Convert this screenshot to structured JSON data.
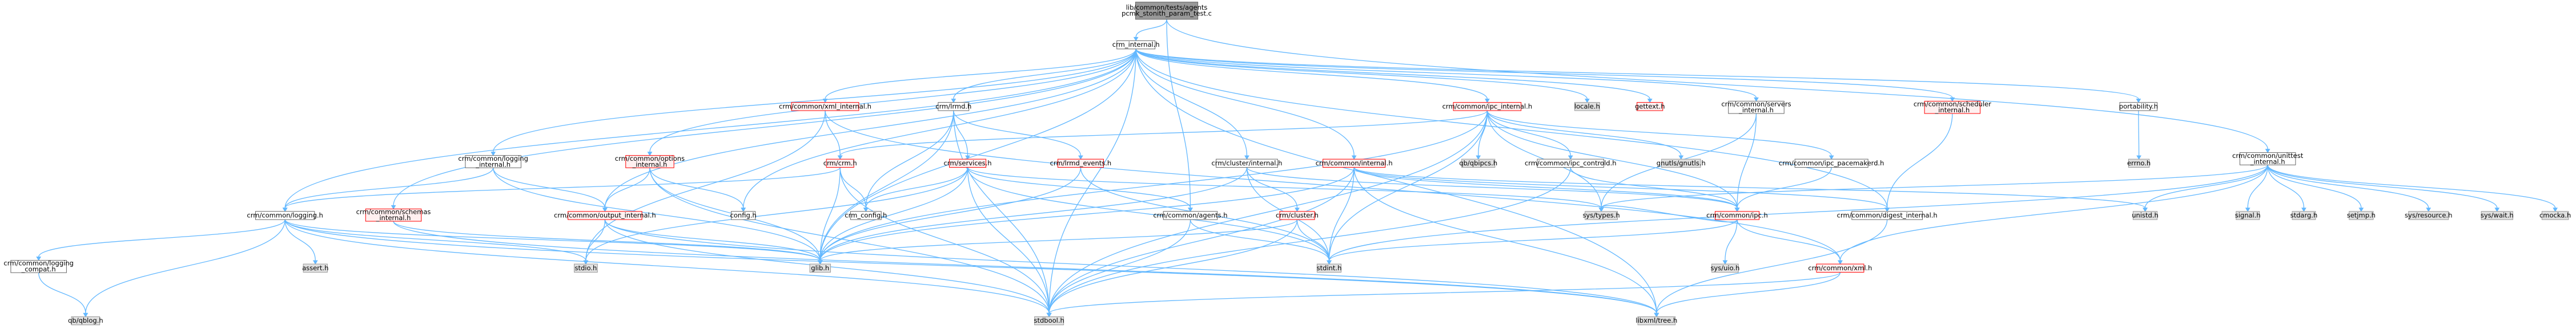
{
  "colors": {
    "edge": "#63b8ff",
    "node_default_border": "#666666",
    "node_default_fill": "#ffffff",
    "node_external_fill": "#e0e0e0",
    "node_external_border": "#999999",
    "node_missing_border": "#ff0000",
    "node_missing_fill": "#fff0f0",
    "node_root_fill": "#999999",
    "node_root_border": "#666666",
    "text": "#000000"
  },
  "nodes": [
    {
      "id": "root",
      "lines": [
        "lib/common/tests/agents",
        "pcmk_stonith_param_test.c"
      ],
      "style": "root"
    },
    {
      "id": "crm_internal",
      "lines": [
        "crm_internal.h"
      ],
      "style": "normal"
    },
    {
      "id": "xml_internal",
      "lines": [
        "crm/common/xml_internal.h"
      ],
      "style": "missing"
    },
    {
      "id": "lrmd",
      "lines": [
        "crm/lrmd.h"
      ],
      "style": "normal"
    },
    {
      "id": "ipc_internal",
      "lines": [
        "crm/common/ipc_internal.h"
      ],
      "style": "missing"
    },
    {
      "id": "locale",
      "lines": [
        "locale.h"
      ],
      "style": "external"
    },
    {
      "id": "gettext",
      "lines": [
        "gettext.h"
      ],
      "style": "missing"
    },
    {
      "id": "servers_internal",
      "lines": [
        "crm/common/servers",
        "_internal.h"
      ],
      "style": "normal"
    },
    {
      "id": "scheduler_internal",
      "lines": [
        "crm/common/scheduler",
        "_internal.h"
      ],
      "style": "missing"
    },
    {
      "id": "portability",
      "lines": [
        "portability.h"
      ],
      "style": "normal"
    },
    {
      "id": "unittest_internal",
      "lines": [
        "crm/common/unittest",
        "_internal.h"
      ],
      "style": "normal"
    },
    {
      "id": "logging_internal",
      "lines": [
        "crm/common/logging",
        "_internal.h"
      ],
      "style": "normal"
    },
    {
      "id": "options_internal",
      "lines": [
        "crm/common/options",
        "_internal.h"
      ],
      "style": "missing"
    },
    {
      "id": "crm",
      "lines": [
        "crm/crm.h"
      ],
      "style": "missing"
    },
    {
      "id": "services",
      "lines": [
        "crm/services.h"
      ],
      "style": "missing"
    },
    {
      "id": "lrmd_events",
      "lines": [
        "crm/lrmd_events.h"
      ],
      "style": "missing"
    },
    {
      "id": "cluster_internal",
      "lines": [
        "crm/cluster/internal.h"
      ],
      "style": "normal"
    },
    {
      "id": "common_internal",
      "lines": [
        "crm/common/internal.h"
      ],
      "style": "missing"
    },
    {
      "id": "qbipcs",
      "lines": [
        "qb/qbipcs.h"
      ],
      "style": "external"
    },
    {
      "id": "ipc_controld",
      "lines": [
        "crm/common/ipc_controld.h"
      ],
      "style": "normal"
    },
    {
      "id": "gnutls",
      "lines": [
        "gnutls/gnutls.h"
      ],
      "style": "external"
    },
    {
      "id": "ipc_pacemakerd",
      "lines": [
        "crm/common/ipc_pacemakerd.h"
      ],
      "style": "normal"
    },
    {
      "id": "errno",
      "lines": [
        "errno.h"
      ],
      "style": "external"
    },
    {
      "id": "logging",
      "lines": [
        "crm/common/logging.h"
      ],
      "style": "normal"
    },
    {
      "id": "schemas_internal",
      "lines": [
        "crm/common/schemas",
        "_internal.h"
      ],
      "style": "missing"
    },
    {
      "id": "output_internal",
      "lines": [
        "crm/common/output_internal.h"
      ],
      "style": "missing"
    },
    {
      "id": "config",
      "lines": [
        "config.h"
      ],
      "style": "normal"
    },
    {
      "id": "crm_config",
      "lines": [
        "crm_config.h"
      ],
      "style": "normal"
    },
    {
      "id": "agents",
      "lines": [
        "crm/common/agents.h"
      ],
      "style": "normal"
    },
    {
      "id": "crm_cluster",
      "lines": [
        "crm/cluster.h"
      ],
      "style": "missing"
    },
    {
      "id": "systypes",
      "lines": [
        "sys/types.h"
      ],
      "style": "external"
    },
    {
      "id": "ipc",
      "lines": [
        "crm/common/ipc.h"
      ],
      "style": "missing"
    },
    {
      "id": "digest_internal",
      "lines": [
        "crm/common/digest_internal.h"
      ],
      "style": "normal"
    },
    {
      "id": "unistd",
      "lines": [
        "unistd.h"
      ],
      "style": "external"
    },
    {
      "id": "signal",
      "lines": [
        "signal.h"
      ],
      "style": "external"
    },
    {
      "id": "stdarg",
      "lines": [
        "stdarg.h"
      ],
      "style": "external"
    },
    {
      "id": "setjmp",
      "lines": [
        "setjmp.h"
      ],
      "style": "external"
    },
    {
      "id": "sysresource",
      "lines": [
        "sys/resource.h"
      ],
      "style": "external"
    },
    {
      "id": "syswait",
      "lines": [
        "sys/wait.h"
      ],
      "style": "external"
    },
    {
      "id": "cmocka",
      "lines": [
        "cmocka.h"
      ],
      "style": "external"
    },
    {
      "id": "logging_compat",
      "lines": [
        "crm/common/logging",
        "_compat.h"
      ],
      "style": "normal"
    },
    {
      "id": "assert",
      "lines": [
        "assert.h"
      ],
      "style": "external"
    },
    {
      "id": "stdio",
      "lines": [
        "stdio.h"
      ],
      "style": "external"
    },
    {
      "id": "glib",
      "lines": [
        "glib.h"
      ],
      "style": "external"
    },
    {
      "id": "stdint",
      "lines": [
        "stdint.h"
      ],
      "style": "external"
    },
    {
      "id": "sysuio",
      "lines": [
        "sys/uio.h"
      ],
      "style": "external"
    },
    {
      "id": "common_xml",
      "lines": [
        "crm/common/xml.h"
      ],
      "style": "missing"
    },
    {
      "id": "qblog",
      "lines": [
        "qb/qblog.h"
      ],
      "style": "external"
    },
    {
      "id": "stdbool",
      "lines": [
        "stdbool.h"
      ],
      "style": "external"
    },
    {
      "id": "libxml_tree",
      "lines": [
        "libxml/tree.h"
      ],
      "style": "external"
    }
  ],
  "edges": [
    [
      "root",
      "crm_internal"
    ],
    [
      "root",
      "agents"
    ],
    [
      "root",
      "unittest_internal"
    ],
    [
      "crm_internal",
      "config"
    ],
    [
      "crm_internal",
      "glib"
    ],
    [
      "crm_internal",
      "stdbool"
    ],
    [
      "crm_internal",
      "libxml_tree"
    ],
    [
      "crm_internal",
      "logging"
    ],
    [
      "crm_internal",
      "logging_internal"
    ],
    [
      "crm_internal",
      "schemas_internal"
    ],
    [
      "crm_internal",
      "options_internal"
    ],
    [
      "crm_internal",
      "output_internal"
    ],
    [
      "crm_internal",
      "xml_internal"
    ],
    [
      "crm_internal",
      "lrmd"
    ],
    [
      "crm_internal",
      "cluster_internal"
    ],
    [
      "crm_internal",
      "common_internal"
    ],
    [
      "crm_internal",
      "ipc_internal"
    ],
    [
      "crm_internal",
      "locale"
    ],
    [
      "crm_internal",
      "gettext"
    ],
    [
      "crm_internal",
      "servers_internal"
    ],
    [
      "crm_internal",
      "scheduler_internal"
    ],
    [
      "crm_internal",
      "portability"
    ],
    [
      "crm_internal",
      "digest_internal"
    ],
    [
      "xml_internal",
      "stdio"
    ],
    [
      "xml_internal",
      "crm"
    ],
    [
      "xml_internal",
      "common_xml"
    ],
    [
      "lrmd",
      "stdbool"
    ],
    [
      "lrmd",
      "glib"
    ],
    [
      "lrmd",
      "crm_config"
    ],
    [
      "lrmd",
      "services"
    ],
    [
      "lrmd",
      "lrmd_events"
    ],
    [
      "ipc_internal",
      "stdbool"
    ],
    [
      "ipc_internal",
      "stdint"
    ],
    [
      "ipc_internal",
      "systypes"
    ],
    [
      "ipc_internal",
      "qbipcs"
    ],
    [
      "ipc_internal",
      "gnutls"
    ],
    [
      "ipc_internal",
      "ipc"
    ],
    [
      "ipc_internal",
      "ipc_controld"
    ],
    [
      "ipc_internal",
      "ipc_pacemakerd"
    ],
    [
      "ipc_internal",
      "crm"
    ],
    [
      "ipc_internal",
      "glib"
    ],
    [
      "servers_internal",
      "ipc"
    ],
    [
      "servers_internal",
      "systypes"
    ],
    [
      "scheduler_internal",
      "digest_internal"
    ],
    [
      "portability",
      "errno"
    ],
    [
      "unittest_internal",
      "signal"
    ],
    [
      "unittest_internal",
      "stdarg"
    ],
    [
      "unittest_internal",
      "setjmp"
    ],
    [
      "unittest_internal",
      "sysresource"
    ],
    [
      "unittest_internal",
      "syswait"
    ],
    [
      "unittest_internal",
      "unistd"
    ],
    [
      "unittest_internal",
      "cmocka"
    ],
    [
      "unittest_internal",
      "common_xml"
    ],
    [
      "unittest_internal",
      "stdint"
    ],
    [
      "unittest_internal",
      "systypes"
    ],
    [
      "logging_internal",
      "glib"
    ],
    [
      "logging_internal",
      "logging"
    ],
    [
      "logging_internal",
      "output_internal"
    ],
    [
      "options_internal",
      "glib"
    ],
    [
      "options_internal",
      "stdbool"
    ],
    [
      "options_internal",
      "config"
    ],
    [
      "options_internal",
      "output_internal"
    ],
    [
      "crm",
      "crm_config"
    ],
    [
      "crm",
      "stdlib_placeholder"
    ],
    [
      "crm",
      "glib"
    ],
    [
      "crm",
      "stdbool"
    ],
    [
      "crm",
      "logging"
    ],
    [
      "services",
      "glib"
    ],
    [
      "services",
      "stdio"
    ],
    [
      "services",
      "stdint"
    ],
    [
      "services",
      "stdbool"
    ],
    [
      "services",
      "crm_config"
    ],
    [
      "services",
      "agents"
    ],
    [
      "services",
      "systypes"
    ],
    [
      "lrmd_events",
      "glib"
    ],
    [
      "lrmd_events",
      "stdint"
    ],
    [
      "cluster_internal",
      "glib"
    ],
    [
      "cluster_internal",
      "crm_cluster"
    ],
    [
      "cluster_internal",
      "ipc"
    ],
    [
      "cluster_internal",
      "stdint"
    ],
    [
      "common_internal",
      "unistd"
    ],
    [
      "common_internal",
      "glib"
    ],
    [
      "common_internal",
      "stdbool"
    ],
    [
      "common_internal",
      "stdint"
    ],
    [
      "common_internal",
      "libxml_tree"
    ],
    [
      "common_internal",
      "ipc"
    ],
    [
      "common_internal",
      "digest_internal"
    ],
    [
      "ipc_controld",
      "stdbool"
    ],
    [
      "ipc_controld",
      "ipc"
    ],
    [
      "ipc_pacemakerd",
      "ipc"
    ],
    [
      "logging",
      "stdio"
    ],
    [
      "logging",
      "glib"
    ],
    [
      "logging",
      "qblog"
    ],
    [
      "logging",
      "libxml_tree"
    ],
    [
      "logging",
      "assert"
    ],
    [
      "logging",
      "logging_compat"
    ],
    [
      "logging",
      "stdbool"
    ],
    [
      "schemas_internal",
      "glib"
    ],
    [
      "schemas_internal",
      "libxml_tree"
    ],
    [
      "output_internal",
      "stdio"
    ],
    [
      "output_internal",
      "stdbool"
    ],
    [
      "output_internal",
      "libxml_tree"
    ],
    [
      "output_internal",
      "glib"
    ],
    [
      "crm_cluster",
      "stdint"
    ],
    [
      "crm_cluster",
      "glib"
    ],
    [
      "crm_cluster",
      "stdbool"
    ],
    [
      "agents",
      "stdint"
    ],
    [
      "agents",
      "stdbool"
    ],
    [
      "ipc",
      "systypes"
    ],
    [
      "ipc",
      "sysuio"
    ],
    [
      "ipc",
      "common_xml"
    ],
    [
      "ipc",
      "stdint"
    ],
    [
      "digest_internal",
      "libxml_tree"
    ],
    [
      "common_xml",
      "stdbool"
    ],
    [
      "common_xml",
      "libxml_tree"
    ],
    [
      "logging_compat",
      "qblog"
    ]
  ]
}
